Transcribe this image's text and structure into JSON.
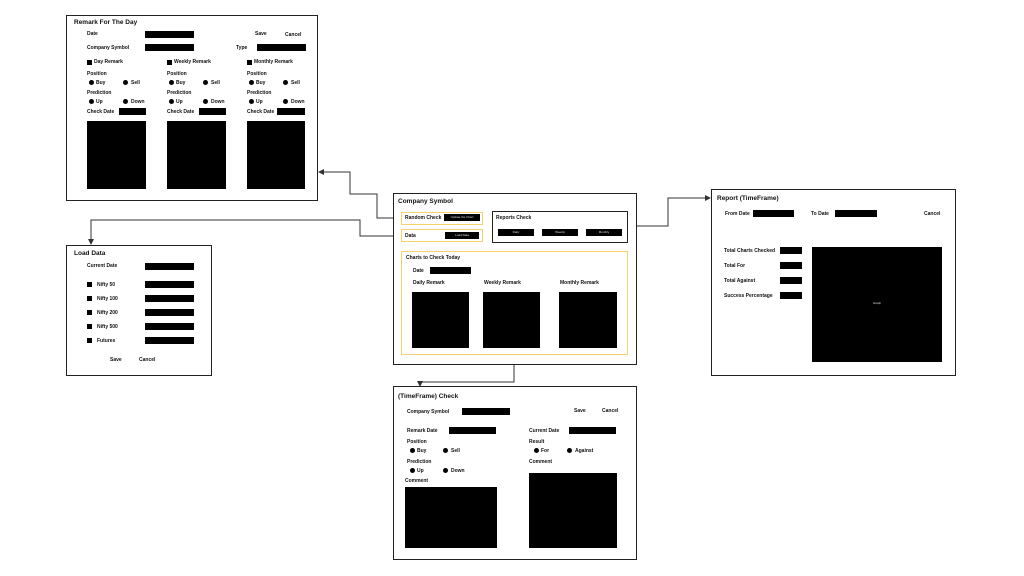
{
  "remark_panel": {
    "title": "Remark For The Day",
    "date_label": "Date",
    "symbol_label": "Company Symbol",
    "type_label": "Type",
    "save": "Save",
    "cancel": "Cancel",
    "columns": [
      {
        "checkbox": "Day Remark",
        "position": "Position",
        "buy": "Buy",
        "sell": "Sell",
        "prediction": "Prediction",
        "up": "Up",
        "down": "Down",
        "check_date": "Check Date"
      },
      {
        "checkbox": "Weekly Remark",
        "position": "Position",
        "buy": "Buy",
        "sell": "Sell",
        "prediction": "Prediction",
        "up": "Up",
        "down": "Down",
        "check_date": "Check Date"
      },
      {
        "checkbox": "Monthly Remark",
        "position": "Position",
        "buy": "Buy",
        "sell": "Sell",
        "prediction": "Prediction",
        "up": "Up",
        "down": "Down",
        "check_date": "Check Date"
      }
    ]
  },
  "load_panel": {
    "title": "Load Data",
    "current_date": "Current Date",
    "items": [
      "Nifty 50",
      "Nifty 100",
      "Nifty 200",
      "Nifty 500",
      "Futures"
    ],
    "save": "Save",
    "cancel": "Cancel"
  },
  "company_panel": {
    "title": "Company Symbol",
    "random_check": "Random Check",
    "random_btn": "Update the Chart",
    "data": "Data",
    "data_btn": "Load Data",
    "reports_check": "Reports Check",
    "report_btns": [
      "Daily",
      "Weekly",
      "Monthly"
    ],
    "charts_title": "Charts to Check Today",
    "date": "Date",
    "charts": [
      "Daily Remark",
      "Weekly Remark",
      "Monthly Remark"
    ]
  },
  "report_panel": {
    "title": "Report (TimeFrame)",
    "from_date": "From Date",
    "to_date": "To Date",
    "cancel": "Cancel",
    "stats": [
      "Total Charts Checked",
      "Total For",
      "Total Against",
      "Success Percentage"
    ],
    "chart_label": "Graph"
  },
  "timeframe_panel": {
    "title": "(TimeFrame) Check",
    "symbol": "Company Symbol",
    "save": "Save",
    "cancel": "Cancel",
    "remark_date": "Remark Date",
    "current_date": "Current Date",
    "position": "Position",
    "buy": "Buy",
    "sell": "Sell",
    "prediction": "Prediction",
    "up": "Up",
    "down": "Down",
    "comment_left": "Comment",
    "result": "Result",
    "for": "For",
    "against": "Against",
    "comment_right": "Comment"
  }
}
